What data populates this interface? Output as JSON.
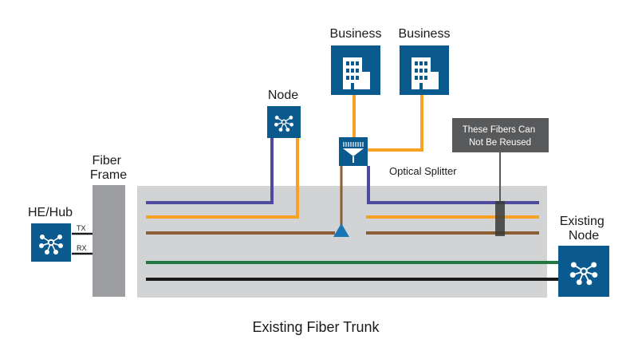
{
  "labels": {
    "he_hub": "HE/Hub",
    "fiber_frame_line1": "Fiber",
    "fiber_frame_line2": "Frame",
    "tx": "TX",
    "rx": "RX",
    "node": "Node",
    "business_1": "Business",
    "business_2": "Business",
    "optical_splitter": "Optical Splitter",
    "callout_line1": "These Fibers Can",
    "callout_line2": "Not Be Reused",
    "existing_node_line1": "Existing",
    "existing_node_line2": "Node",
    "trunk_title": "Existing Fiber Trunk"
  },
  "icons": {
    "hub": "network-node-icon",
    "node": "network-node-icon",
    "existing_node": "network-node-icon",
    "business": "office-building-icon",
    "splitter": "optical-splitter-icon"
  },
  "colors": {
    "icon_blue": "#0b5a8f",
    "trunk_gray": "#d2d3d5",
    "frame_gray": "#9c9da0",
    "callout_gray": "#58595b",
    "fiber_blue": "#4e4a9e",
    "fiber_orange": "#f7a125",
    "fiber_brown": "#8b5e34",
    "fiber_green": "#1f7a3f",
    "fiber_black": "#1a1a1a",
    "splitter_connector": "#1a75b5"
  }
}
